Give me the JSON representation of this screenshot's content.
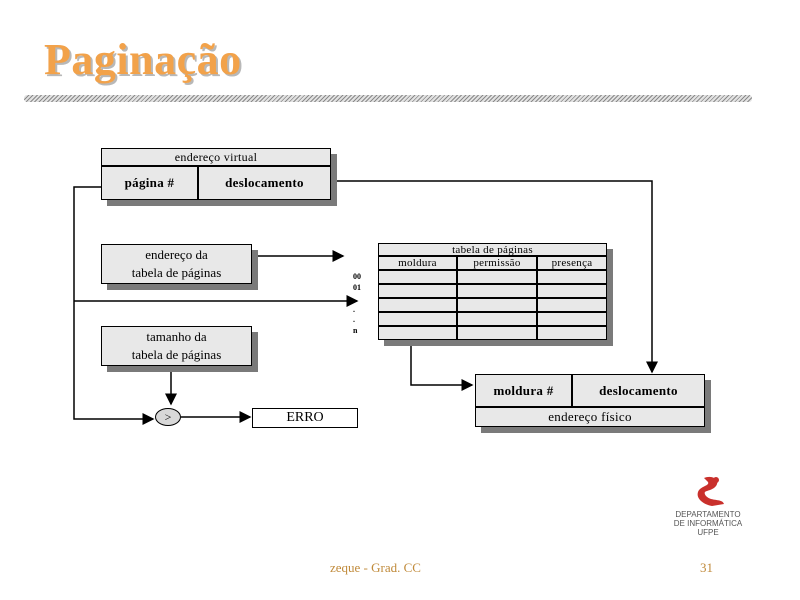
{
  "title": "Paginação",
  "virtual_address": {
    "label": "endereço virtual",
    "page": "página #",
    "offset": "deslocamento"
  },
  "page_table_address": {
    "line1": "endereço da",
    "line2": "tabela de páginas"
  },
  "page_table_size": {
    "line1": "tamanho da",
    "line2": "tabela de páginas"
  },
  "page_table": {
    "label": "tabela de páginas",
    "columns": [
      "moldura",
      "permissão",
      "presença"
    ],
    "indices": [
      "00",
      "01",
      ".",
      ".",
      ".",
      "n"
    ]
  },
  "physical_address": {
    "frame": "moldura #",
    "offset": "deslocamento",
    "label": "endereço físico"
  },
  "comparator": ">",
  "error": "ERRO",
  "logo": {
    "line1": "DEPARTAMENTO",
    "line2": "DE INFORMÁTICA",
    "line3": "UFPE"
  },
  "footer": {
    "author": "zeque - Grad. CC",
    "page": "31"
  }
}
